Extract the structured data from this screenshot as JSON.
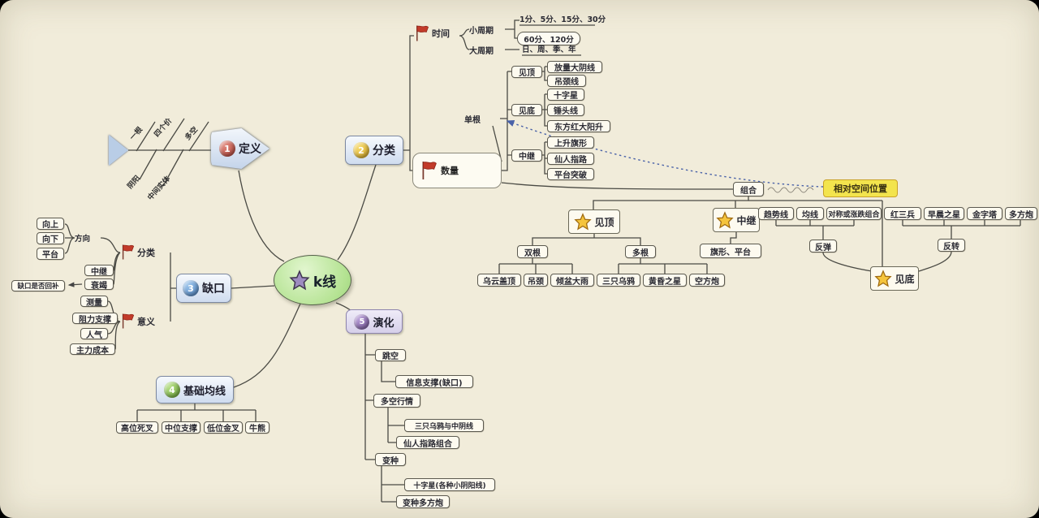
{
  "root": {
    "label": "k线",
    "icon": "star",
    "star_color": "#9d8cc0"
  },
  "colors": {
    "flag": "#c23b2a",
    "star": "#f5c43c",
    "highlight": "#f3e44d",
    "node_blue": "#cfdcef",
    "bg": "#f1ecda"
  },
  "dingyi": {
    "label": "定义",
    "num": "1",
    "icon_color": "#b5443a",
    "fishbone_top": [
      "一根",
      "四个价",
      "多空"
    ],
    "fishbone_bottom": [
      "阴阳",
      "中间实体"
    ]
  },
  "fenlei": {
    "label": "分类",
    "num": "2",
    "icon_color": "#e0b42a",
    "time": {
      "label": "时间",
      "xiao": {
        "label": "小周期",
        "v1": "1分、5分、15分、30分",
        "v2": "60分、120分"
      },
      "da": {
        "label": "大周期",
        "v": "日、周、季、年"
      }
    },
    "shuliang": {
      "label": "数量",
      "dangen": {
        "label": "单根",
        "jianding": {
          "label": "见顶",
          "items": [
            "放量大阴线",
            "吊颈线"
          ]
        },
        "jiandi": {
          "label": "见底",
          "items": [
            "十字星",
            "锤头线",
            "东方红大阳升"
          ]
        },
        "zhongji": {
          "label": "中继",
          "items": [
            "上升旗形",
            "仙人指路",
            "平台突破"
          ]
        }
      },
      "zuhe": {
        "label": "组合",
        "position_label": "相对空间位置",
        "jianding_star": {
          "label": "见顶",
          "g1": {
            "label": "双根",
            "items": [
              "乌云盖顶",
              "吊颈",
              "倾盆大雨"
            ]
          },
          "g2": {
            "label": "多根",
            "items": [
              "三只乌鸦",
              "黄昏之星",
              "空方炮"
            ]
          }
        },
        "zhongji_star": {
          "label": "中继",
          "item": "旗形、平台"
        },
        "jiandi_star": {
          "label": "见底",
          "row": [
            "趋势线",
            "均线",
            "对称或涨跌组合",
            "红三兵",
            "早晨之星",
            "金字塔",
            "多方炮"
          ],
          "g1": "反弹",
          "g2": "反转"
        }
      }
    }
  },
  "quekou": {
    "label": "缺口",
    "num": "3",
    "icon_color": "#4f86c6",
    "flag_fenlei": {
      "label": "分类",
      "fangxiang": {
        "label": "方向",
        "items": [
          "向上",
          "向下",
          "平台"
        ]
      },
      "xingzhi": {
        "items": [
          "中继",
          "衰竭"
        ],
        "note": "缺口是否回补"
      }
    },
    "flag_yiyi": {
      "label": "意义",
      "items": [
        "测量",
        "阻力支撑",
        "人气",
        "主力成本"
      ]
    }
  },
  "jichu": {
    "label": "基础均线",
    "num": "4",
    "icon_color": "#6aa832",
    "items": [
      "高位死叉",
      "中位支撑",
      "低位金叉",
      "牛熊"
    ]
  },
  "yanhua": {
    "label": "演化",
    "num": "5",
    "icon_color": "#7b5ba0",
    "tiaokong": {
      "label": "跳空",
      "items": [
        "信息支撑(缺口)"
      ]
    },
    "duokong": {
      "label": "多空行情",
      "items": [
        "三只乌鸦与中阴线",
        "仙人指路组合"
      ]
    },
    "bianzhong": {
      "label": "变种",
      "items": [
        "十字星(各种小阴阳线)",
        "变种多方炮"
      ]
    }
  }
}
